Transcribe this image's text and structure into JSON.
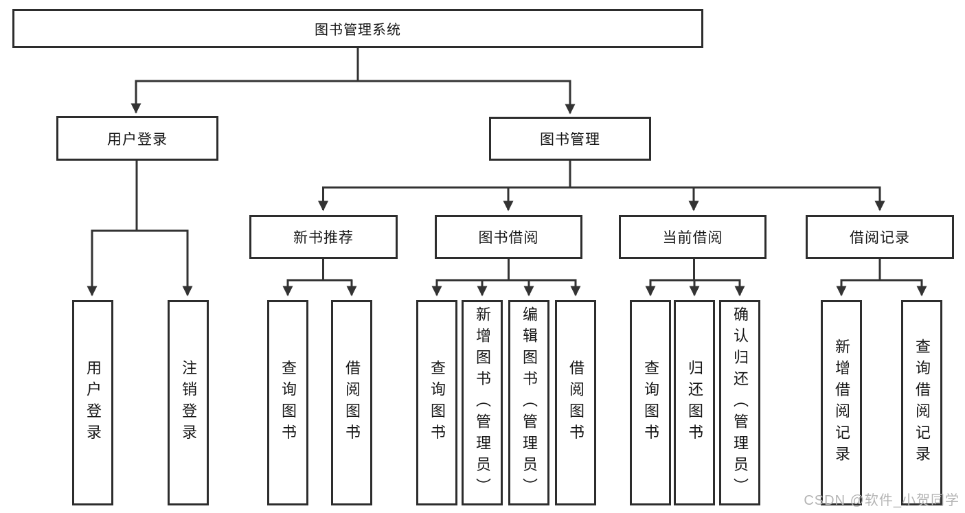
{
  "diagram": {
    "root": {
      "label": "图书管理系统"
    },
    "level2": [
      {
        "label": "用户登录"
      },
      {
        "label": "图书管理"
      }
    ],
    "level3": [
      {
        "label": "新书推荐"
      },
      {
        "label": "图书借阅"
      },
      {
        "label": "当前借阅"
      },
      {
        "label": "借阅记录"
      }
    ],
    "leaves": {
      "user_login": [
        "用户登录",
        "注销登录"
      ],
      "new_book": [
        "查询图书",
        "借阅图书"
      ],
      "borrow": [
        "查询图书",
        "新增图书（管理员）",
        "编辑图书（管理员）",
        "借阅图书"
      ],
      "current": [
        "查询图书",
        "归还图书",
        "确认归还（管理员）"
      ],
      "records": [
        "新增借阅记录",
        "查询借阅记录"
      ]
    }
  },
  "watermark": "CSDN @软件_小贺同学",
  "colors": {
    "line": "#333333",
    "border": "#2d2d2d",
    "text": "#161616",
    "watermark": "#b4b4b4",
    "background": "#ffffff"
  }
}
